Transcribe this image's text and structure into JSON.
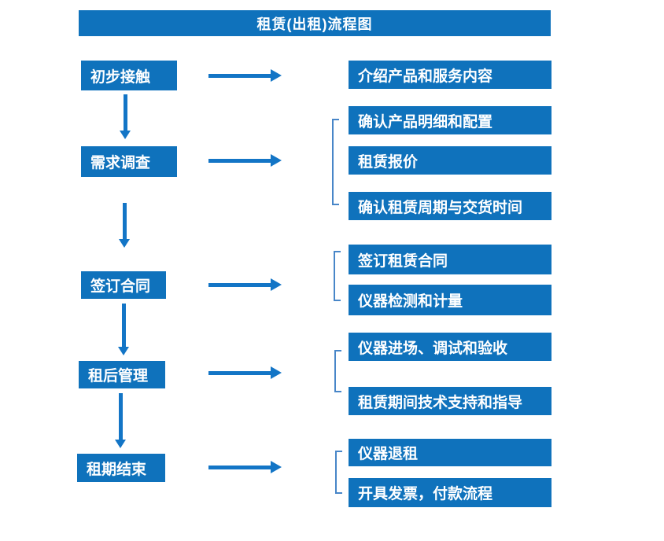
{
  "title": "租赁(出租)流程图",
  "flow": {
    "steps": [
      {
        "label": "初步接触",
        "outputs": [
          "介绍产品和服务内容"
        ]
      },
      {
        "label": "需求调查",
        "outputs": [
          "确认产品明细和配置",
          "租赁报价",
          "确认租赁周期与交货时间"
        ]
      },
      {
        "label": "签订合同",
        "outputs": [
          "签订租赁合同",
          "仪器检测和计量"
        ]
      },
      {
        "label": "租后管理",
        "outputs": [
          "仪器进场、调试和验收",
          "租赁期间技术支持和指导"
        ]
      },
      {
        "label": "租期结束",
        "outputs": [
          "仪器退租",
          "开具发票，付款流程"
        ]
      }
    ]
  },
  "colors": {
    "box_blue": "#0F72BC",
    "arrow_blue": "#1375C6",
    "bracket_blue": "#4886C8",
    "text_white": "#FFFFFF",
    "background": "#FFFFFF"
  }
}
